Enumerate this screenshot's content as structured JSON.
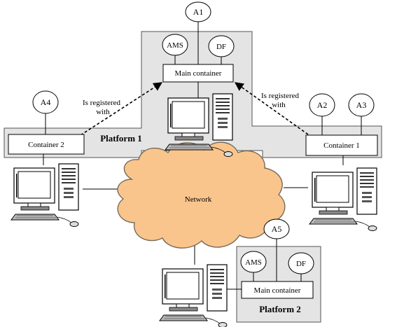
{
  "agents": {
    "a1": "A1",
    "a2": "A2",
    "a3": "A3",
    "a4": "A4",
    "a5": "A5",
    "ams_top": "AMS",
    "df_top": "DF",
    "ams_bottom": "AMS",
    "df_bottom": "DF"
  },
  "containers": {
    "main_top": "Main container",
    "main_bottom": "Main container",
    "container1": "Container 1",
    "container2": "Container 2"
  },
  "platforms": {
    "platform1": "Platform 1",
    "platform2": "Platform 2"
  },
  "network": "Network",
  "registration": {
    "left_line1": "Is registered",
    "left_line2": "with",
    "right_line1": "Is registered",
    "right_line2": "with"
  },
  "colors": {
    "platform_fill": "#e4e4e4",
    "network_fill": "#f9c58c",
    "network_stroke": "#7a6a5a",
    "outline": "#000000"
  }
}
